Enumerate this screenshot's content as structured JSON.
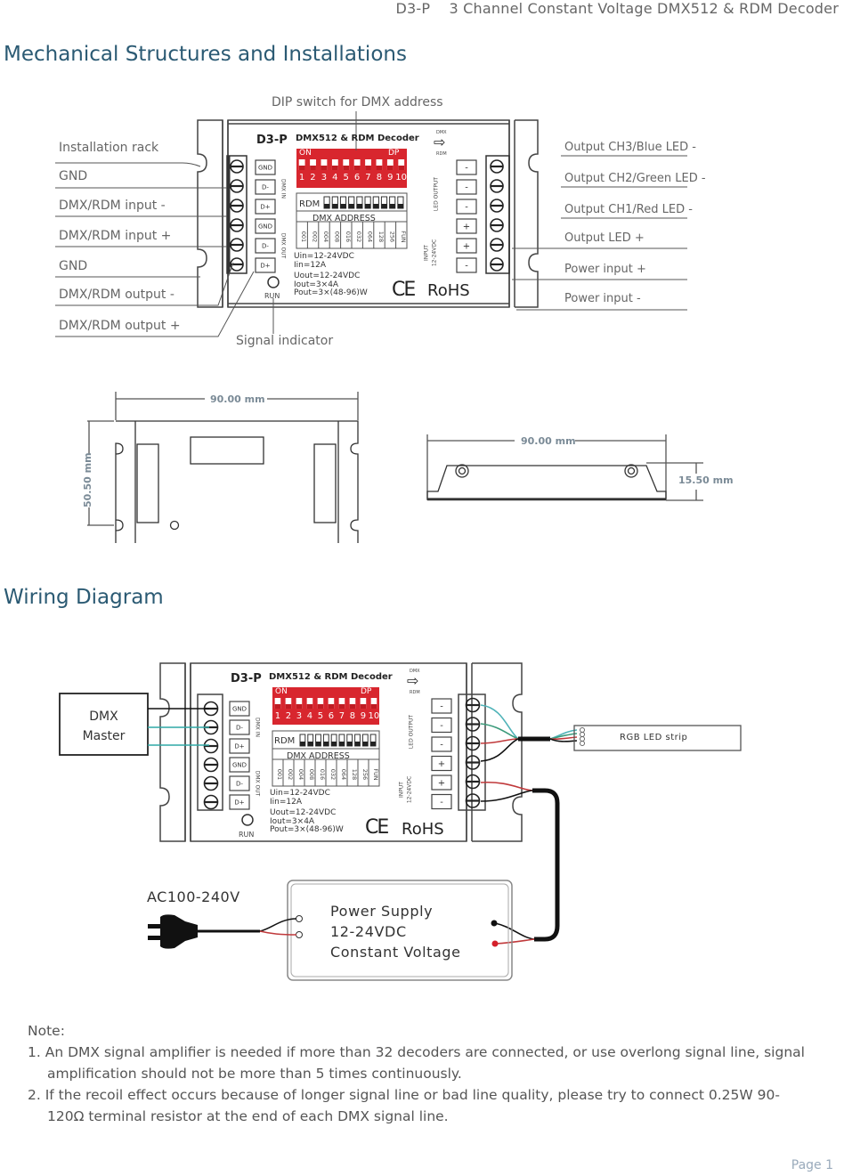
{
  "header": {
    "model": "D3-P",
    "product_title": "3 Channel Constant Voltage DMX512 & RDM Decoder"
  },
  "mechanical": {
    "title": "Mechanical Structures and Installations",
    "callouts": {
      "dip_switch": "DIP switch for DMX address",
      "signal_indicator": "Signal indicator"
    },
    "left_labels": [
      "Installation rack",
      "GND",
      "DMX/RDM input -",
      "DMX/RDM input +",
      "GND",
      "DMX/RDM output -",
      "DMX/RDM output +"
    ],
    "right_labels": [
      "Output CH3/Blue LED -",
      "Output CH2/Green LED -",
      "Output CH1/Red LED -",
      "Output LED +",
      "Power input +",
      "Power input -"
    ],
    "dimensions": {
      "top_width": "90.00 mm",
      "top_height": "50.50 mm",
      "side_width": "90.00 mm",
      "side_height": "15.50 mm"
    }
  },
  "device": {
    "model": "D3-P",
    "name": "DMX512 & RDM Decoder",
    "dip_on": "ON",
    "dip_dp": "DP",
    "dip_numbers": [
      "1",
      "2",
      "3",
      "4",
      "5",
      "6",
      "7",
      "8",
      "9",
      "10"
    ],
    "rdm_label": "RDM",
    "dmx_address_label": "DMX ADDRESS",
    "address_values": [
      "001",
      "002",
      "004",
      "008",
      "016",
      "032",
      "064",
      "128",
      "256",
      "FUN"
    ],
    "left_terminals": [
      "GND",
      "D-",
      "D+",
      "GND",
      "D-",
      "D+"
    ],
    "dmx_in_label": "DMX IN",
    "dmx_out_label": "DMX OUT",
    "right_terminals": [
      "-",
      "-",
      "-",
      "+",
      "+",
      "-"
    ],
    "led_output_label": "LED OUTPUT",
    "input_label": "INPUT",
    "input_voltage_label": "12-24VDC",
    "arrow_top": "DMX",
    "arrow_bottom": "RDM",
    "specs": [
      "Uin=12-24VDC",
      "Iin=12A",
      "Uout=12-24VDC",
      "Iout=3×4A",
      "Pout=3×(48-96)W"
    ],
    "run_label": "RUN",
    "ce_mark": "CE",
    "rohs": "RoHS"
  },
  "wiring": {
    "title": "Wiring Diagram",
    "dmx_master": [
      "DMX",
      "Master"
    ],
    "led_strip": "RGB LED strip",
    "ac_label": "AC100-240V",
    "power_supply": [
      "Power Supply",
      "12-24VDC",
      "Constant Voltage"
    ],
    "wire_colors": {
      "blue": "#4fb3b8",
      "green": "#3a9a7a",
      "red": "#c0393b",
      "black": "#111111",
      "teal": "#2fa9a6"
    }
  },
  "notes": {
    "heading": "Note:",
    "items": [
      "1. An DMX signal amplifier is needed if more than 32 decoders are connected, or use overlong signal line, signal amplification should not be more than 5 times continuously.",
      "2. If the recoil effect occurs because of longer signal line or bad line quality, please try to connect 0.25W 90-120Ω terminal resistor at the end of each DMX signal line."
    ]
  },
  "footer": {
    "page": "Page 1"
  },
  "colors": {
    "title_blue": "#2b5a73",
    "dip_red": "#d8262e",
    "page_no": "#99aabb"
  }
}
